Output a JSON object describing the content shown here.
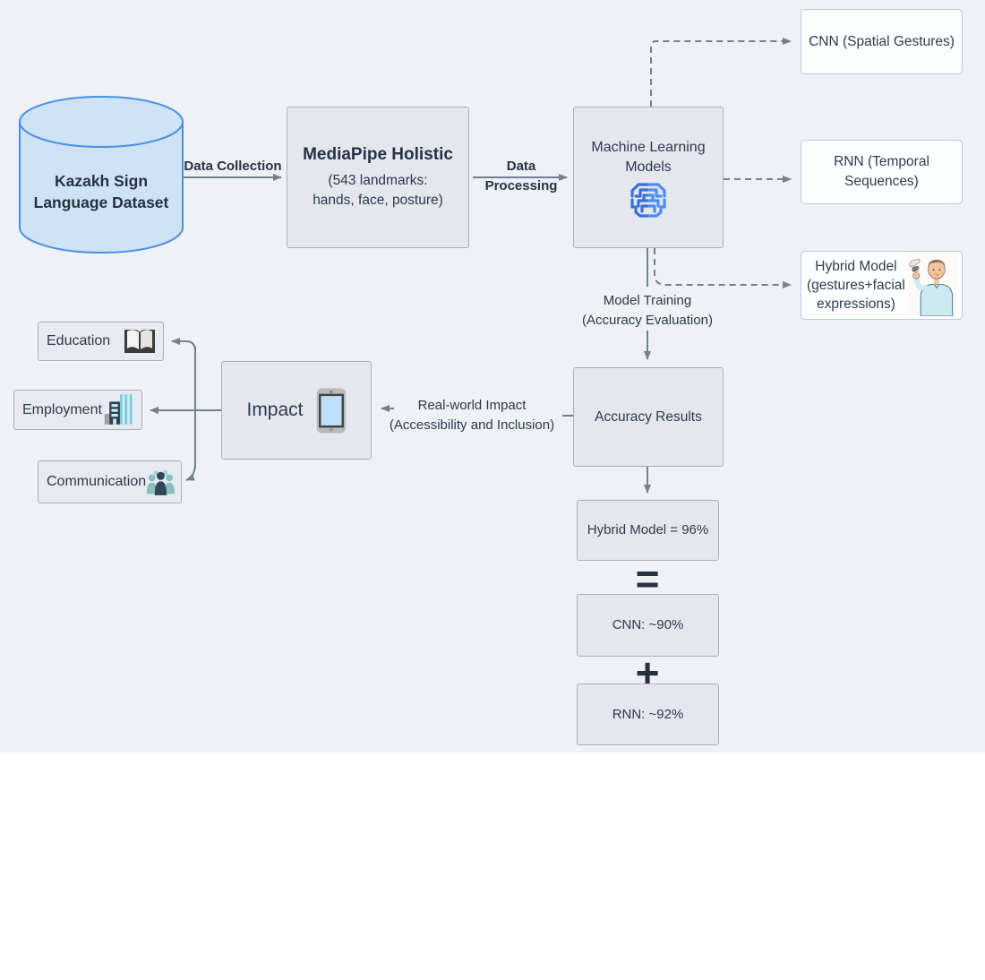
{
  "colors": {
    "diagram_background": "#eef1f6",
    "cylinder_fill": "#cfe3f7",
    "cylinder_border": "#4a90e2",
    "node_fill": "#e4e7ee",
    "node_border": "#a9b1bd",
    "output_fill": "#fdfeff",
    "output_border": "#bac9d9",
    "connector_gray": "#74808f",
    "text_dark": "#2f3a4c",
    "brain_blue_left": "#3a6fd8",
    "brain_blue_right": "#4c8cf5",
    "operator_color": "#28303f"
  },
  "nodes": {
    "dataset": {
      "lines": [
        "Kazakh Sign",
        "Language Dataset"
      ]
    },
    "mediapipe": {
      "title": "MediaPipe Holistic",
      "subtitle_lines": [
        "(543 landmarks:",
        "hands, face, posture)"
      ]
    },
    "ml_models": {
      "lines": [
        "Machine Learning",
        "Models"
      ],
      "icon": "brain-icon"
    },
    "cnn": {
      "title": "CNN (Spatial Gestures)"
    },
    "rnn": {
      "lines": [
        "RNN (Temporal",
        "Sequences)"
      ]
    },
    "hybrid": {
      "lines": [
        "Hybrid Model",
        "(gestures+facial",
        "expressions)"
      ],
      "illustration": "person-signing-illustration"
    },
    "accuracy": {
      "title": "Accuracy Results"
    },
    "hybrid_result": {
      "title": "Hybrid Model = 96%"
    },
    "cnn_result": {
      "title": "CNN: ~90%"
    },
    "rnn_result": {
      "title": "RNN: ~92%"
    },
    "impact": {
      "title": "Impact",
      "icon": "smartphone-icon"
    },
    "education": {
      "title": "Education",
      "icon": "book-icon"
    },
    "employment": {
      "title": "Employment",
      "icon": "building-icon"
    },
    "communication": {
      "title": "Communication",
      "icon": "people-icon"
    }
  },
  "edge_labels": {
    "data_collection": "Data Collection",
    "data_processing": "Data Processing",
    "model_training_lines": [
      "Model Training",
      "(Accuracy Evaluation)"
    ],
    "real_world_lines": [
      "Real-world Impact",
      "(Accessibility and Inclusion)"
    ]
  },
  "operators": {
    "equals": "=",
    "plus": "+"
  }
}
